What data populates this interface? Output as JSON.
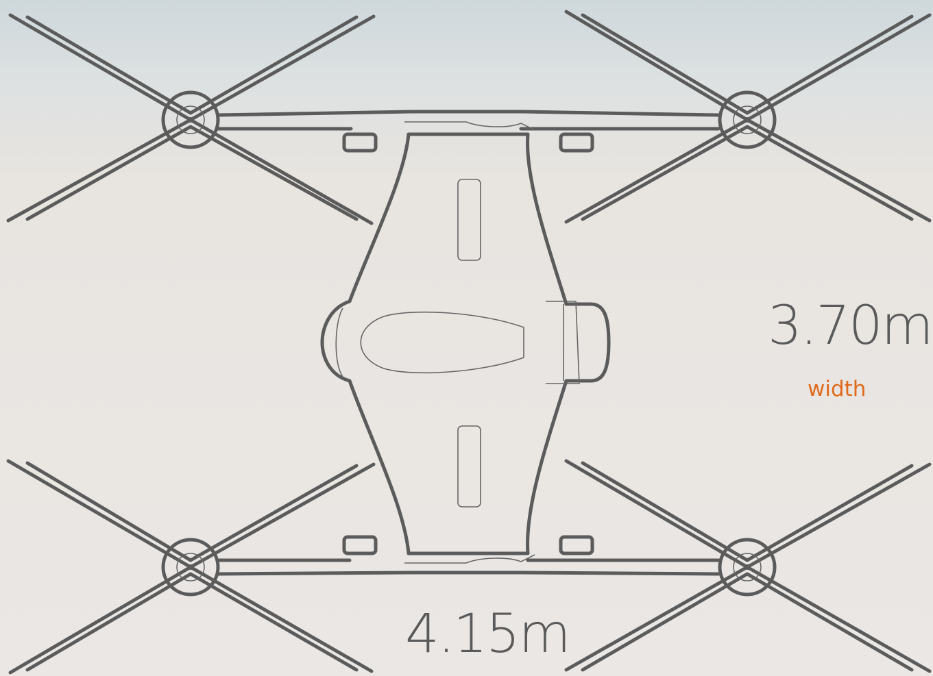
{
  "dimensions": {
    "width_value": "3.70m",
    "width_caption": "width",
    "length_value": "4.15m"
  },
  "colors": {
    "outline": "#5b5b5b",
    "caption_accent": "#e06a1b",
    "background_top": "#cfd8dc",
    "background_bottom": "#ebe7e4"
  }
}
